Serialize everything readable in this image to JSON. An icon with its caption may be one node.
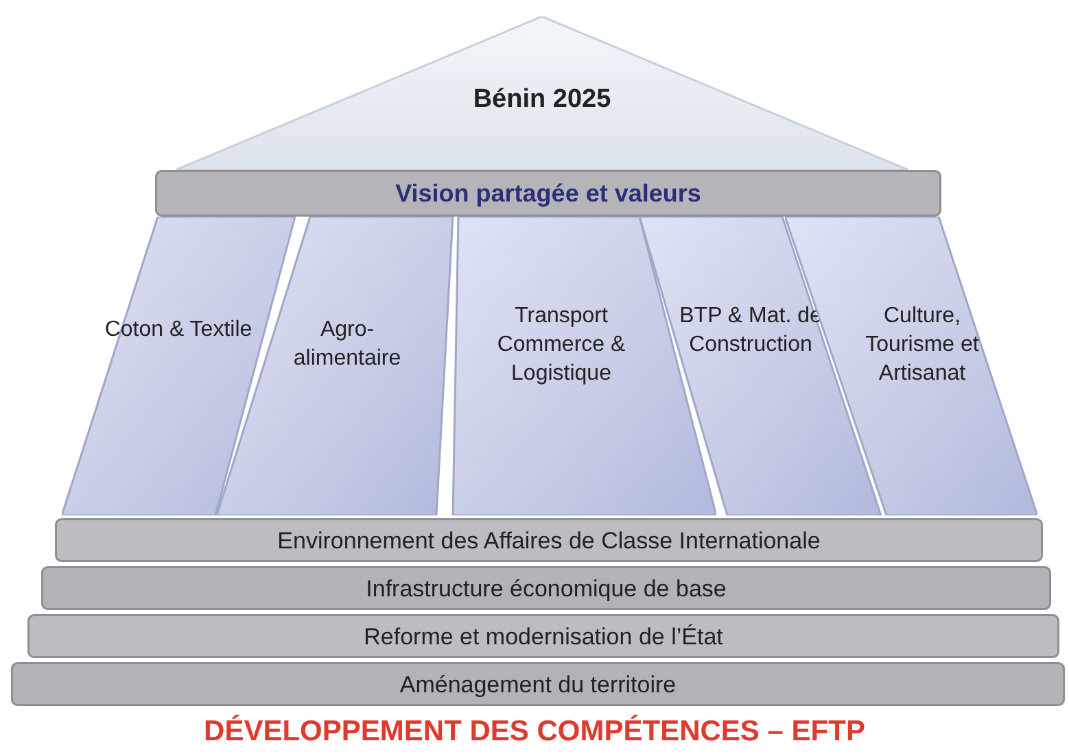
{
  "diagram": {
    "caption": "DÉVELOPPEMENT DES COMPÉTENCES – EFTP",
    "nodes": [
      {
        "text": [
          "Bénin 2025"
        ]
      },
      {
        "text": [
          "Vision partagée et valeurs"
        ]
      },
      {
        "text": [
          "Coton & Textile"
        ]
      },
      {
        "text": [
          "Agro-alimentaire"
        ]
      },
      {
        "text": [
          "Transport Commerce & Logistique"
        ]
      },
      {
        "text": [
          "BTP & Mat. de Construction"
        ]
      },
      {
        "text": [
          "Culture, Tourisme et Artisanat"
        ]
      },
      {
        "text": [
          "Environnement des Affaires de Classe Internationale"
        ]
      },
      {
        "text": [
          "Infrastructure économique de base"
        ]
      },
      {
        "text": [
          "Reforme et modernisation de l’État"
        ]
      },
      {
        "text": [
          "Aménagement du territoire"
        ]
      }
    ],
    "edges": []
  }
}
